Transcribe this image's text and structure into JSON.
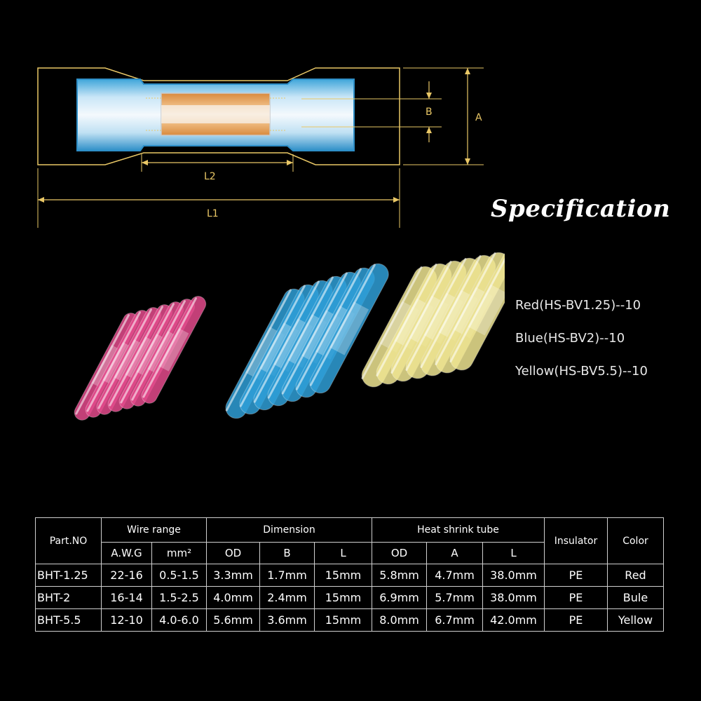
{
  "diagram": {
    "labels": {
      "b": "B",
      "a": "A",
      "l2": "L2",
      "l1": "L1"
    }
  },
  "spec_title": "Specification",
  "legend": [
    "Red(HS-BV1.25)--10",
    "Blue(HS-BV2)--10",
    "Yellow(HS-BV5.5)--10"
  ],
  "colors": {
    "red": "#e44a8c",
    "blue": "#2f9fd8",
    "yellow": "#efe592",
    "dimension_line": "#e9c766"
  },
  "table": {
    "headers": {
      "part_no": "Part.NO",
      "wire_range": "Wire range",
      "dimension": "Dimension",
      "heat_shrink": "Heat shrink tube",
      "insulator": "Insulator",
      "color": "Color"
    },
    "subheaders": [
      "A.W.G",
      "mm²",
      "OD",
      "B",
      "L",
      "OD",
      "A",
      "L"
    ],
    "rows": [
      [
        "BHT-1.25",
        "22-16",
        "0.5-1.5",
        "3.3mm",
        "1.7mm",
        "15mm",
        "5.8mm",
        "4.7mm",
        "38.0mm",
        "PE",
        "Red"
      ],
      [
        "BHT-2",
        "16-14",
        "1.5-2.5",
        "4.0mm",
        "2.4mm",
        "15mm",
        "6.9mm",
        "5.7mm",
        "38.0mm",
        "PE",
        "Bule"
      ],
      [
        "BHT-5.5",
        "12-10",
        "4.0-6.0",
        "5.6mm",
        "3.6mm",
        "15mm",
        "8.0mm",
        "6.7mm",
        "42.0mm",
        "PE",
        "Yellow"
      ]
    ]
  }
}
